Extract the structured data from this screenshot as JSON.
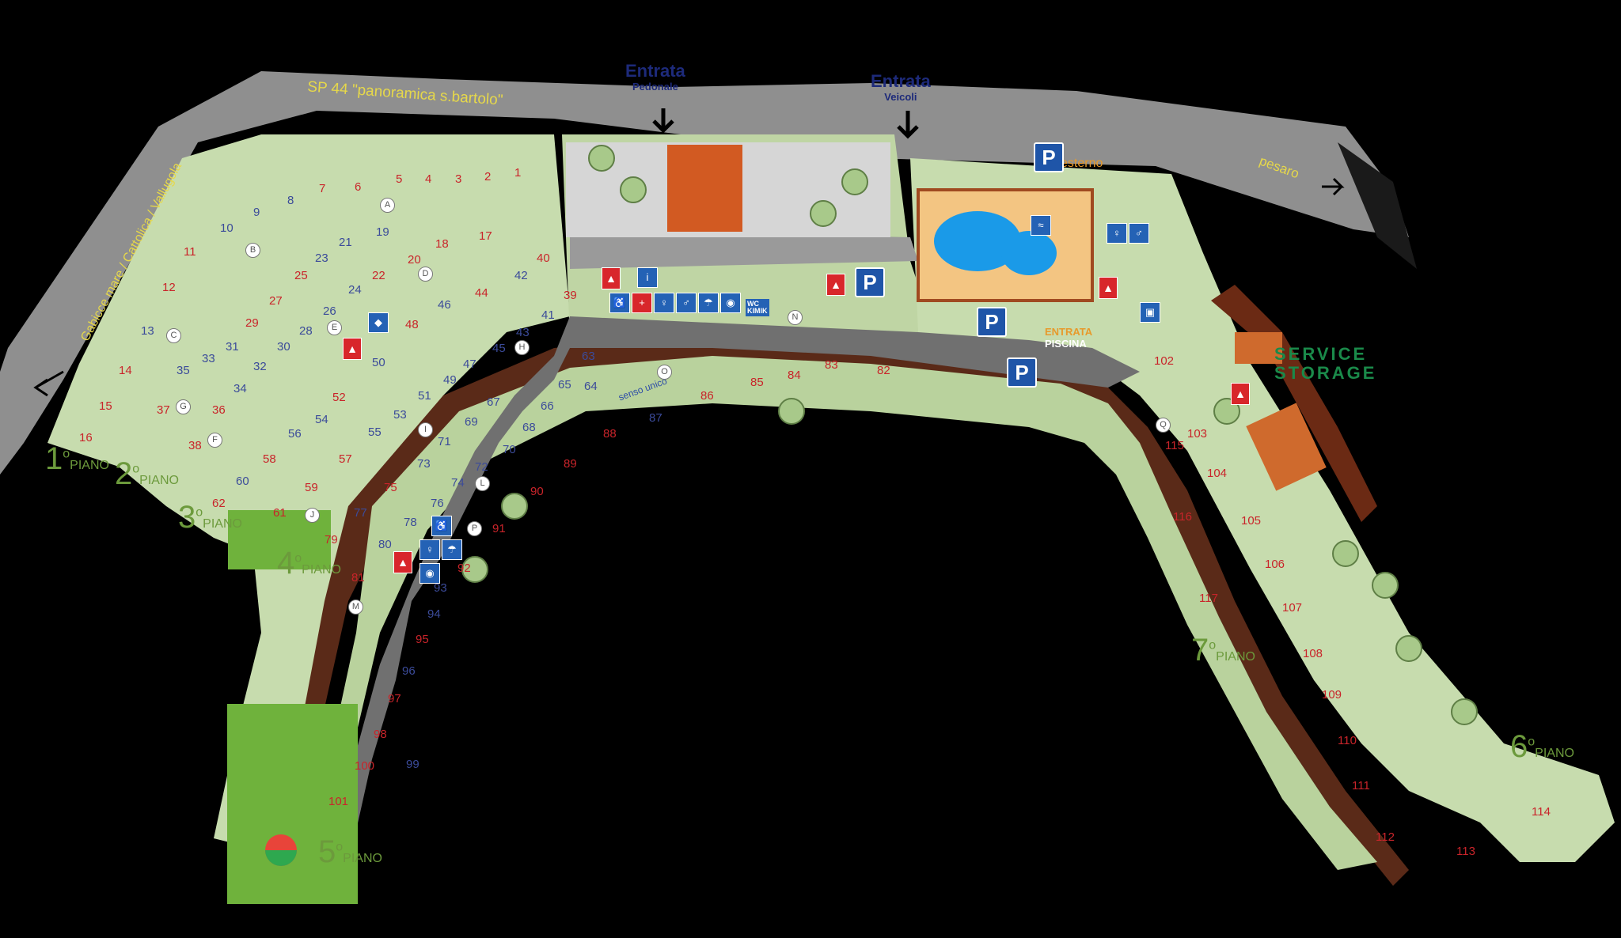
{
  "entrances": {
    "pedestrian": {
      "title": "Entrata",
      "subtitle": "Pedonale"
    },
    "vehicles": {
      "title": "Entrata",
      "subtitle": "Veicoli"
    }
  },
  "roads": {
    "main": "SP 44 \"panoramica s.bartolo\"",
    "side": "Gabicce mare / Cattolica / Vallugola",
    "east": "pesaro"
  },
  "levels": [
    {
      "num": "1",
      "suffix": "o",
      "word": "PIANO"
    },
    {
      "num": "2",
      "suffix": "o",
      "word": "PIANO"
    },
    {
      "num": "3",
      "suffix": "o",
      "word": "PIANO"
    },
    {
      "num": "4",
      "suffix": "o",
      "word": "PIANO"
    },
    {
      "num": "5",
      "suffix": "o",
      "word": "PIANO"
    },
    {
      "num": "6",
      "suffix": "o",
      "word": "PIANO"
    },
    {
      "num": "7",
      "suffix": "o",
      "word": "PIANO"
    }
  ],
  "service": {
    "line1": "SERVICE",
    "line2": "STORAGE"
  },
  "pool": {
    "line1": "ENTRATA",
    "line2": "PISCINA"
  },
  "esterno": "esterno",
  "wc": {
    "line1": "WC",
    "line2": "KIMIK"
  },
  "senso": "senso unico",
  "parking_label": "P",
  "pitches_red": [
    "1",
    "2",
    "3",
    "4",
    "5",
    "6",
    "7",
    "11",
    "12",
    "14",
    "15",
    "16",
    "17",
    "18",
    "20",
    "22",
    "25",
    "27",
    "29",
    "36",
    "37",
    "38",
    "39",
    "40",
    "44",
    "48",
    "52",
    "57",
    "58",
    "59",
    "61",
    "62",
    "75",
    "79",
    "81",
    "85",
    "86",
    "88",
    "89",
    "90",
    "91",
    "92",
    "95",
    "97",
    "98",
    "100",
    "101",
    "102",
    "103",
    "104",
    "105",
    "106",
    "107",
    "108",
    "109",
    "110",
    "111",
    "112",
    "113",
    "114",
    "115",
    "116",
    "117",
    "82",
    "83",
    "84"
  ],
  "pitches_blue": [
    "8",
    "9",
    "10",
    "13",
    "19",
    "21",
    "23",
    "24",
    "26",
    "28",
    "30",
    "31",
    "32",
    "33",
    "34",
    "35",
    "41",
    "42",
    "43",
    "45",
    "46",
    "47",
    "49",
    "50",
    "51",
    "53",
    "54",
    "55",
    "56",
    "60",
    "63",
    "64",
    "65",
    "66",
    "67",
    "68",
    "69",
    "70",
    "71",
    "72",
    "73",
    "74",
    "76",
    "77",
    "78",
    "80",
    "87",
    "93",
    "94",
    "96",
    "99"
  ],
  "letters": [
    "A",
    "B",
    "C",
    "D",
    "E",
    "F",
    "G",
    "H",
    "I",
    "J",
    "L",
    "M",
    "N",
    "O",
    "P",
    "Q"
  ],
  "colors": {
    "grass": "#c7dcae",
    "road": "#909090",
    "brown": "#5a2a18",
    "pool": "#1a9ae8",
    "parking": "#1f55a8",
    "fire": "#d8262b",
    "level_text": "#6c9a3c"
  }
}
